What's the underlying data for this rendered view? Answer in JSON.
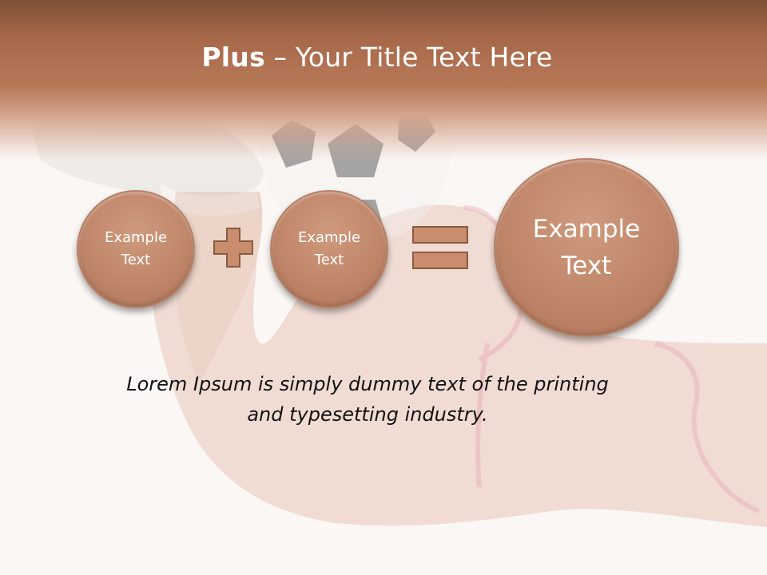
{
  "slide": {
    "title_bold": "Plus",
    "title_rest": " – Your Title Text Here",
    "circles": [
      {
        "line1": "Example",
        "line2": "Text"
      },
      {
        "line1": "Example",
        "line2": "Text"
      },
      {
        "line1": "Example",
        "line2": "Text"
      }
    ],
    "body_line1": "Lorem Ipsum is simply dummy text of the printing",
    "body_line2": "and typesetting industry."
  },
  "colors": {
    "header": "#a8694a",
    "circle_fill": "#c0866a",
    "operator_fill": "#c98d6e",
    "operator_stroke": "#8a5a40",
    "text_dark": "#111111"
  },
  "icons": {
    "operator_1": "plus-icon",
    "operator_2": "equals-icon",
    "background": "soccer-ball-photo"
  }
}
